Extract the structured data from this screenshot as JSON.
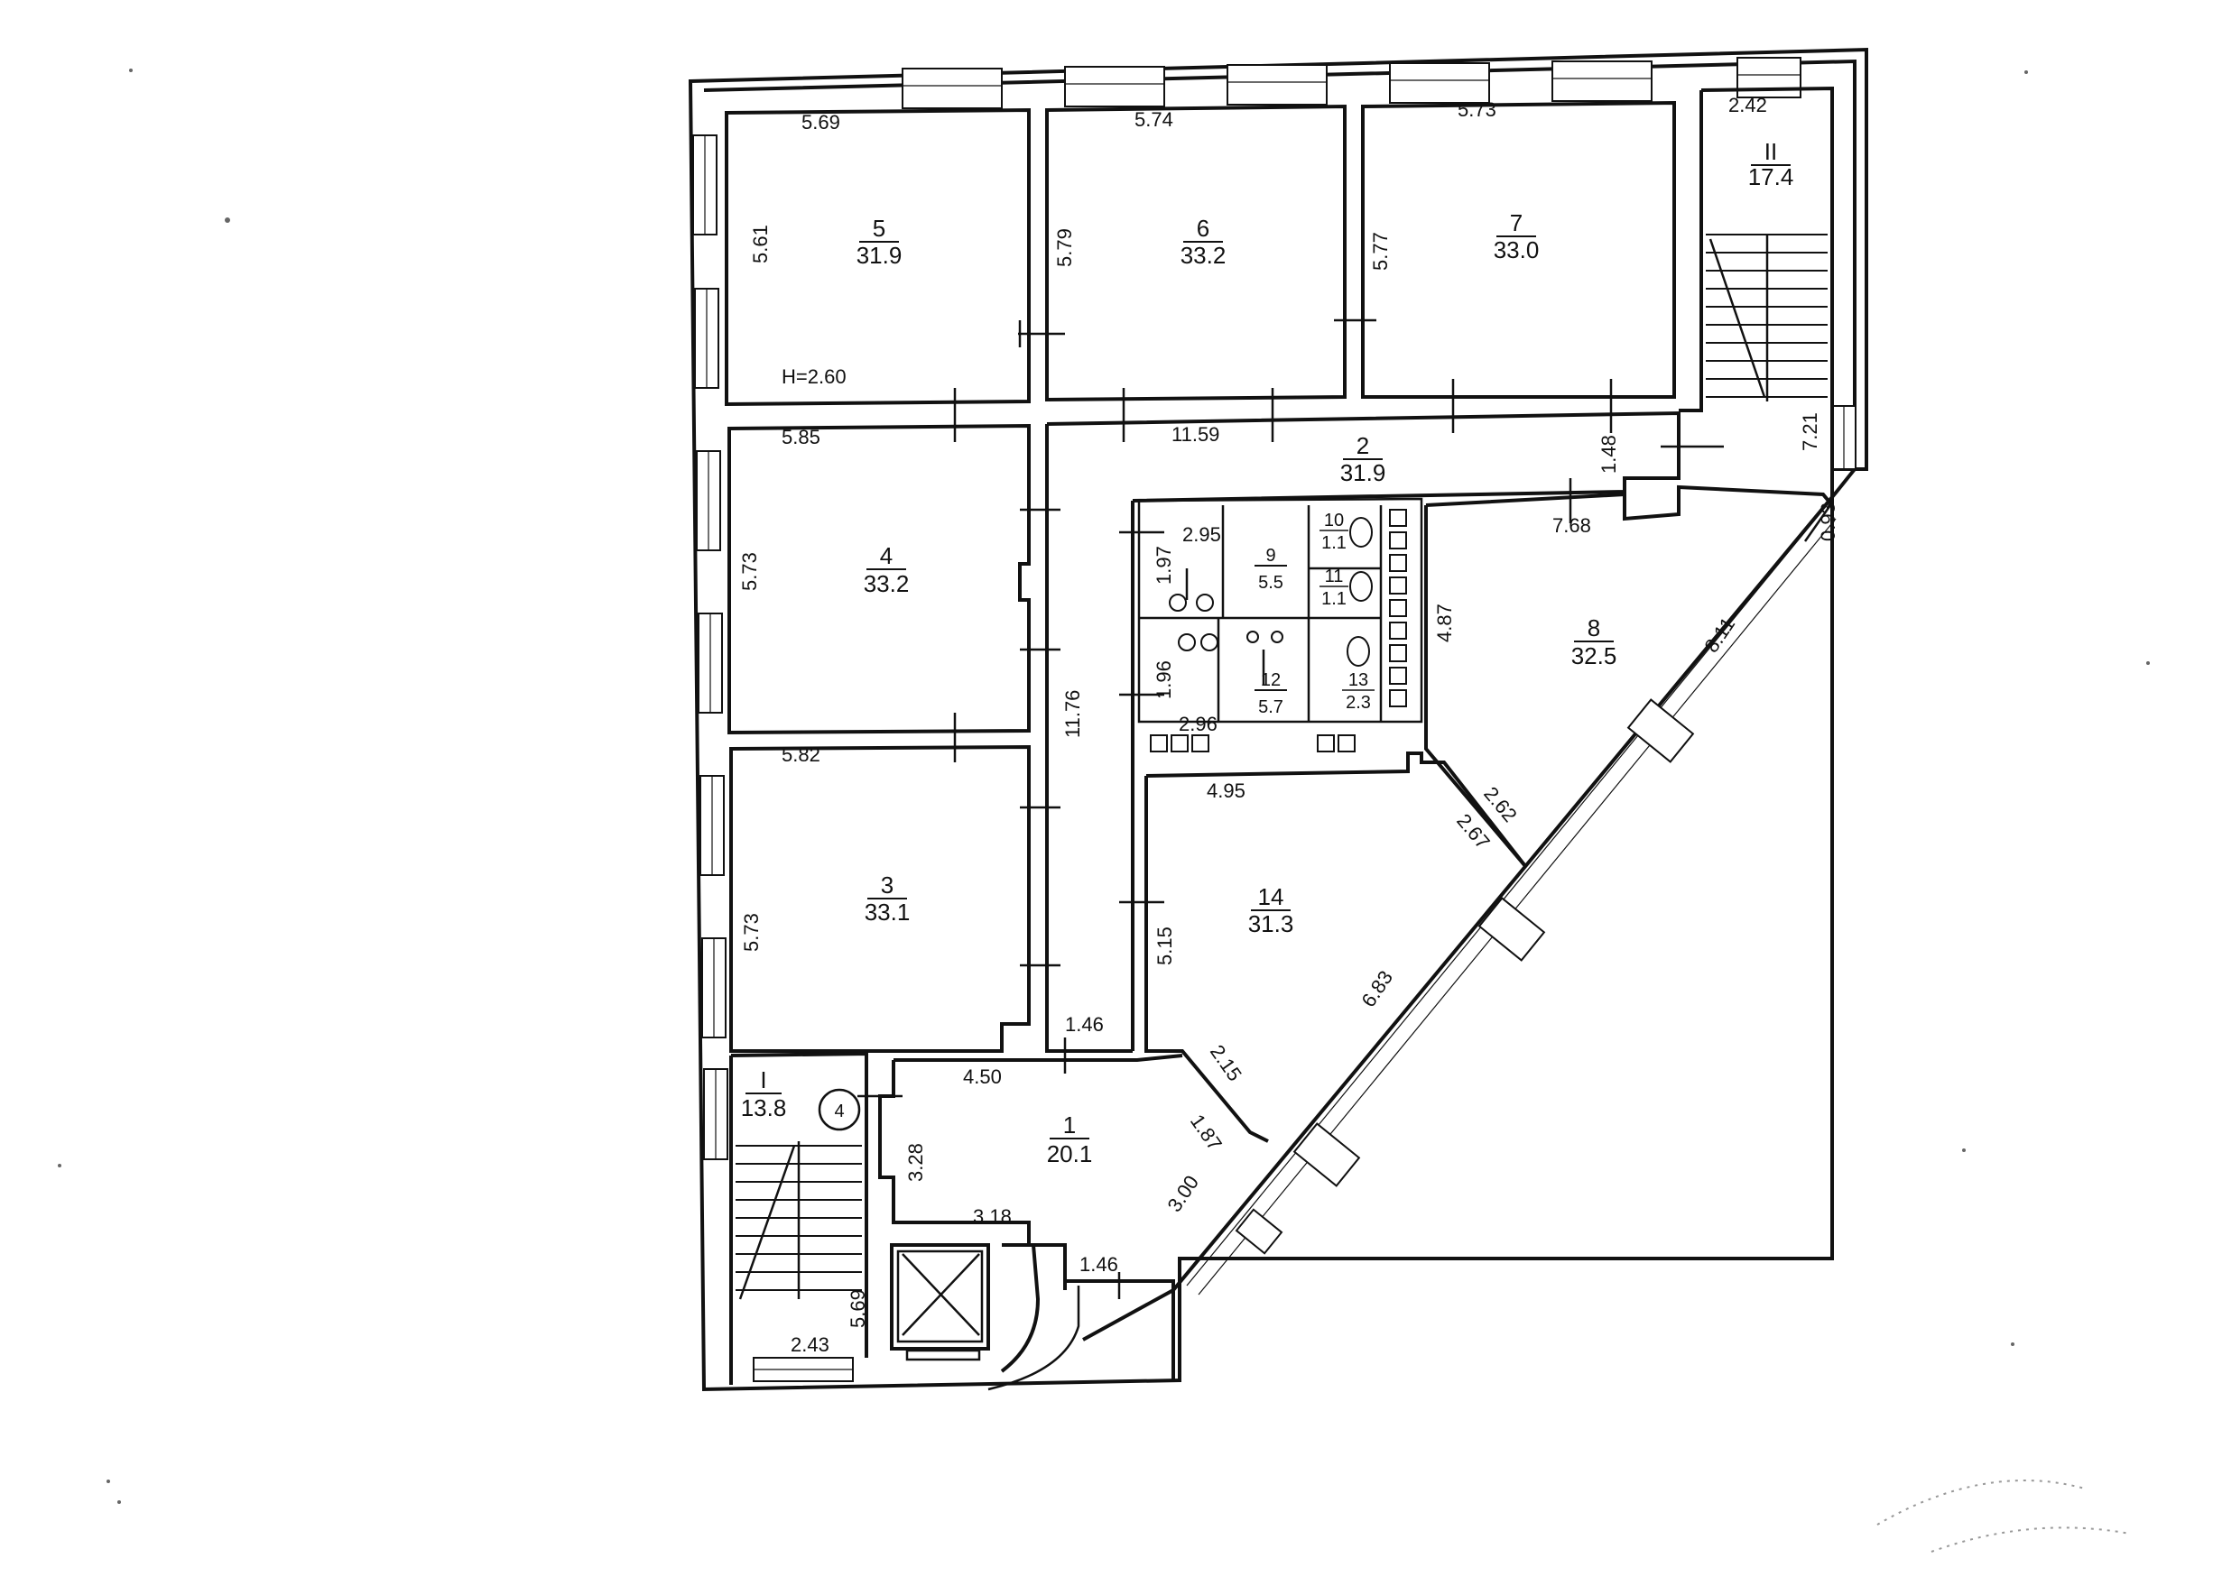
{
  "rooms": [
    {
      "id": "r5",
      "num": "5",
      "area": "31.9"
    },
    {
      "id": "r6",
      "num": "6",
      "area": "33.2"
    },
    {
      "id": "r7",
      "num": "7",
      "area": "33.0"
    },
    {
      "id": "rII",
      "num": "II",
      "area": "17.4"
    },
    {
      "id": "r4",
      "num": "4",
      "area": "33.2"
    },
    {
      "id": "r2",
      "num": "2",
      "area": "31.9"
    },
    {
      "id": "r9",
      "num": "9",
      "area": "5.5"
    },
    {
      "id": "r10",
      "num": "10",
      "area": "1.1"
    },
    {
      "id": "r11",
      "num": "11",
      "area": "1.1"
    },
    {
      "id": "r12",
      "num": "12",
      "area": "5.7"
    },
    {
      "id": "r13",
      "num": "13",
      "area": "2.3"
    },
    {
      "id": "r8",
      "num": "8",
      "area": "32.5"
    },
    {
      "id": "r3",
      "num": "3",
      "area": "33.1"
    },
    {
      "id": "r14",
      "num": "14",
      "area": "31.3"
    },
    {
      "id": "rI",
      "num": "I",
      "area": "13.8"
    },
    {
      "id": "r1",
      "num": "1",
      "area": "20.1"
    }
  ],
  "dimensions": {
    "r5_width": "5.69",
    "r5_depth": "5.61",
    "ceiling_height": "H=2.60",
    "r6_width": "5.74",
    "r6_depth": "5.79",
    "r7_width": "5.73",
    "r7_depth": "5.77",
    "rII_width": "2.42",
    "rII_depth": "7.21",
    "r4_width": "5.85",
    "r4_depth": "5.73",
    "corridor_len": "11.59",
    "corridor_width": "1.48",
    "corridor_vertical": "11.76",
    "r9_width": "2.95",
    "r9_depth": "1.97",
    "r12_depth": "1.96",
    "r12_width": "2.96",
    "r8_width": "7.68",
    "r8_side": "0.93",
    "r8_depth": "4.87",
    "r8_window": "8.11",
    "r8_diag": "2.62",
    "r3_width": "5.82",
    "r3_depth": "5.73",
    "r14_width": "4.95",
    "r14_diag": "2.67",
    "r14_depth": "5.15",
    "r14_window": "6.83",
    "corridor_end": "1.46",
    "r1_width": "4.50",
    "r1_diag_a": "2.15",
    "r1_diag_b": "1.87",
    "r1_depth": "3.28",
    "r1_window": "3.00",
    "r1_bottom": "3.18",
    "vestibule": "1.46",
    "rI_width": "2.43",
    "rI_depth": "5.69",
    "stair_mark": "4"
  }
}
